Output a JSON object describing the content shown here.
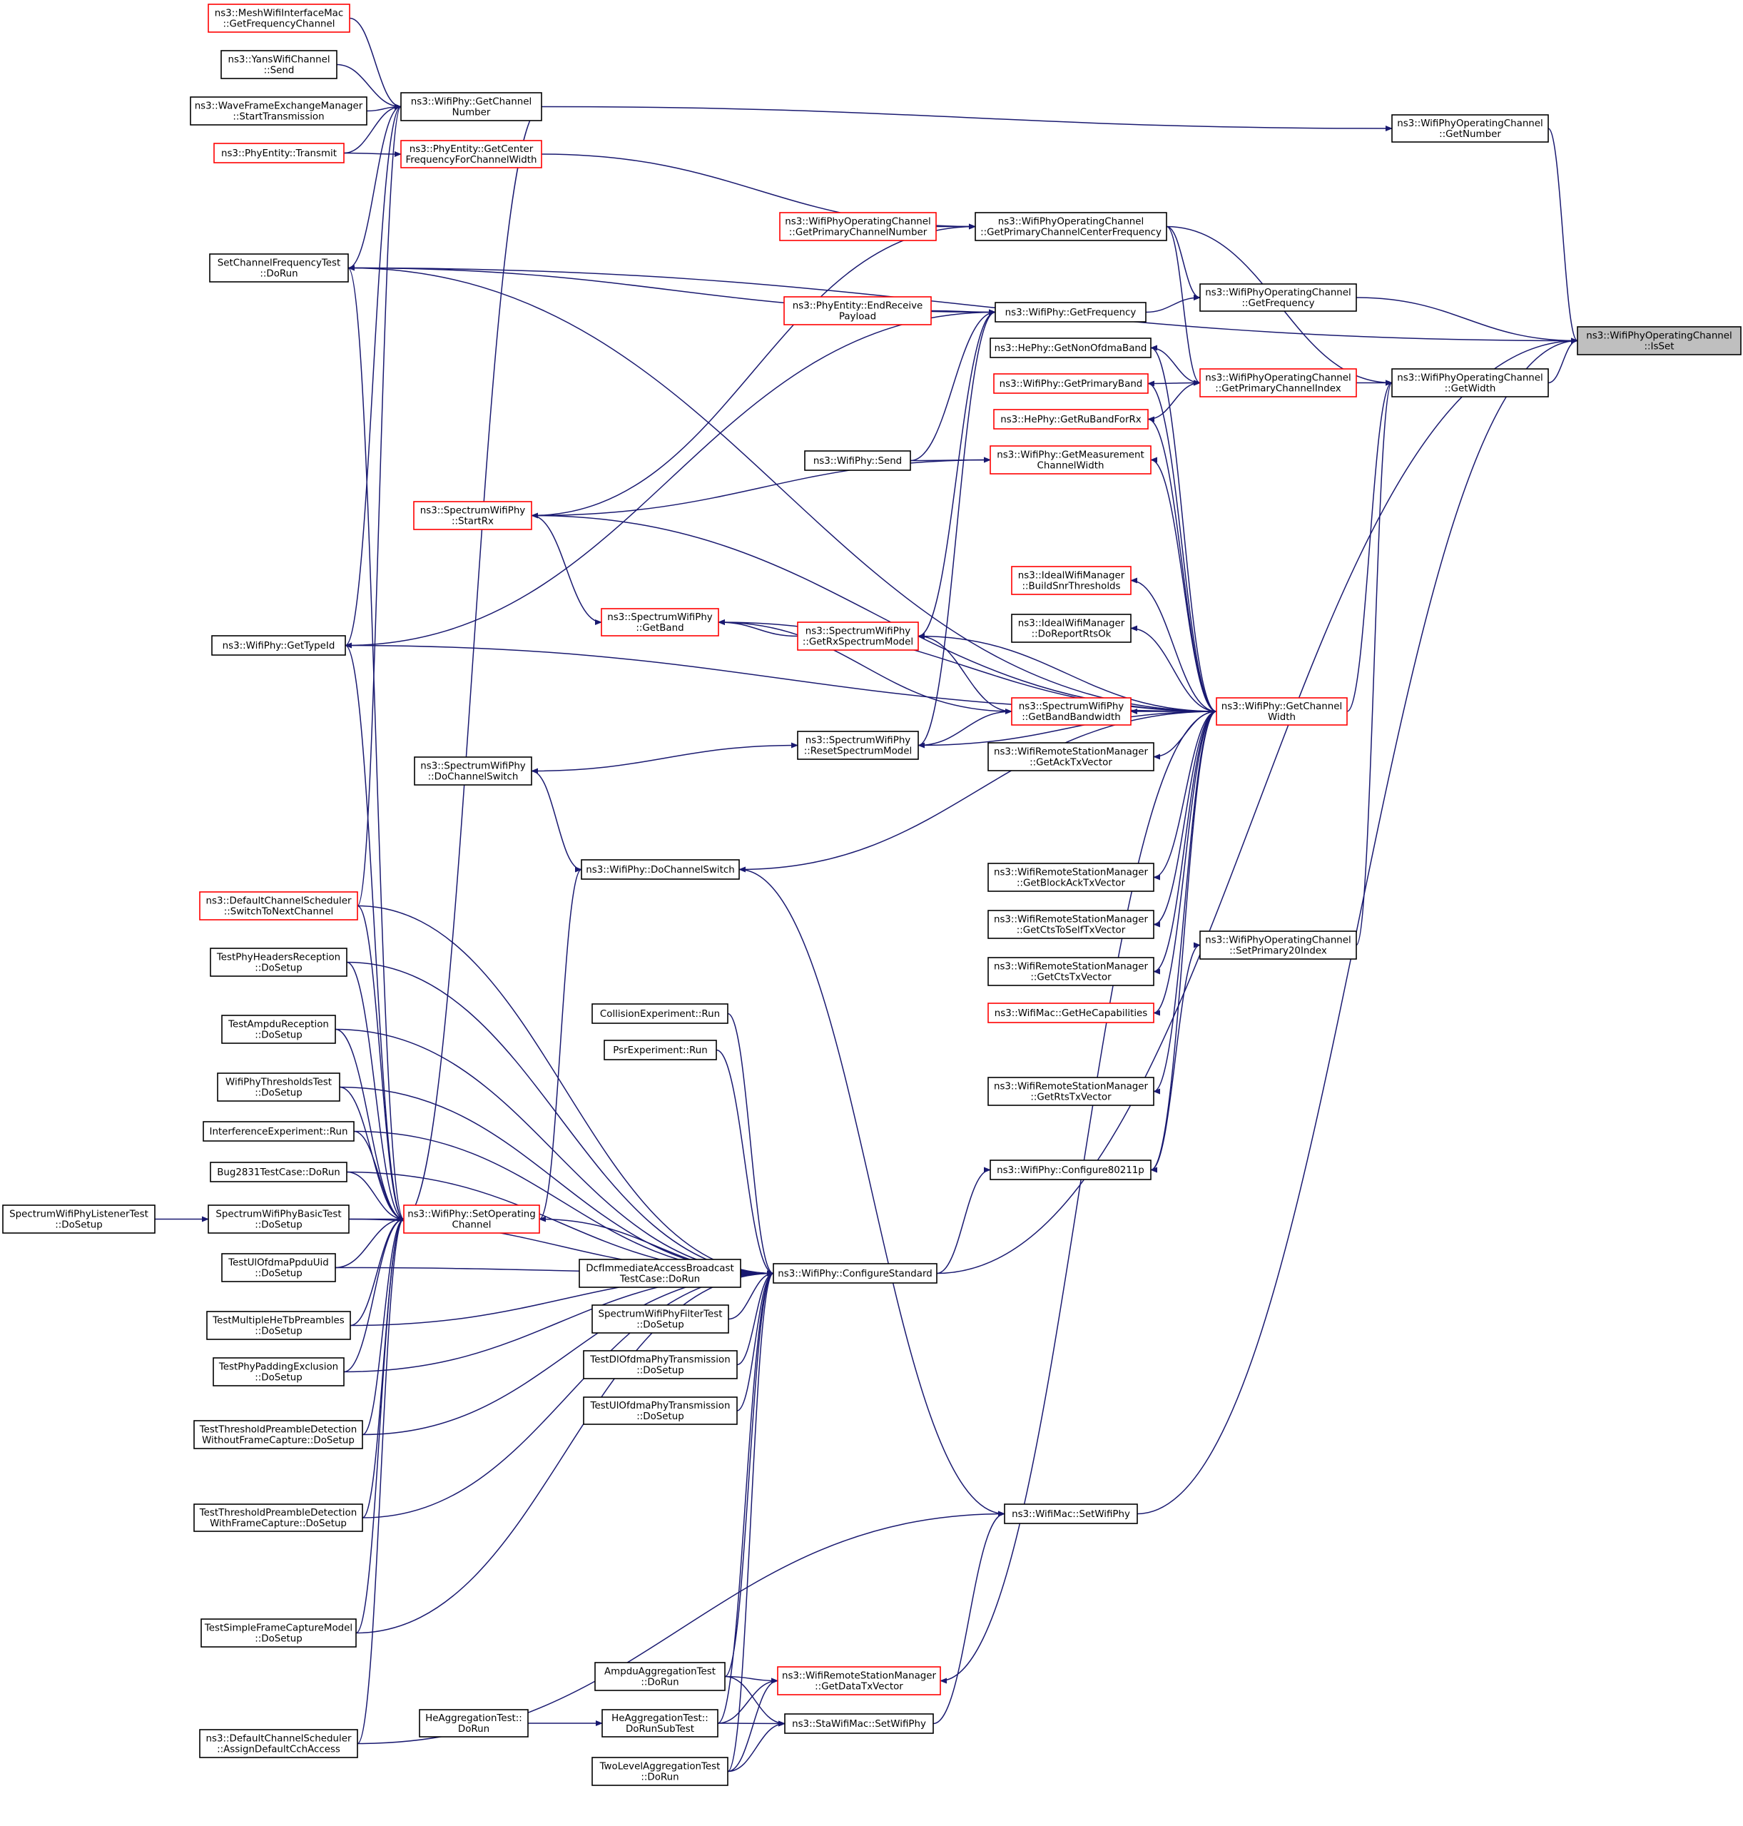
{
  "graph": {
    "edge_color": "#191970",
    "root_fill": "#bfbfbf",
    "nodes": [
      {
        "id": "root",
        "lines": [
          "ns3::WifiPhyOperatingChannel",
          "::IsSet"
        ],
        "border": "root"
      },
      {
        "id": "opGetNumber",
        "lines": [
          "ns3::WifiPhyOperatingChannel",
          "::GetNumber"
        ],
        "border": "black"
      },
      {
        "id": "opGetFrequency",
        "lines": [
          "ns3::WifiPhyOperatingChannel",
          "::GetFrequency"
        ],
        "border": "black"
      },
      {
        "id": "opGetWidth",
        "lines": [
          "ns3::WifiPhyOperatingChannel",
          "::GetWidth"
        ],
        "border": "black"
      },
      {
        "id": "opGetPrimaryChannelCenterFrequency",
        "lines": [
          "ns3::WifiPhyOperatingChannel",
          "::GetPrimaryChannelCenterFrequency"
        ],
        "border": "black"
      },
      {
        "id": "opGetPrimaryChannelNumber",
        "lines": [
          "ns3::WifiPhyOperatingChannel",
          "::GetPrimaryChannelNumber"
        ],
        "border": "red"
      },
      {
        "id": "opGetPrimaryChannelIndex",
        "lines": [
          "ns3::WifiPhyOperatingChannel",
          "::GetPrimaryChannelIndex"
        ],
        "border": "red"
      },
      {
        "id": "opSetPrimary20Index",
        "lines": [
          "ns3::WifiPhyOperatingChannel",
          "::SetPrimary20Index"
        ],
        "border": "black"
      },
      {
        "id": "meshGetFreq",
        "lines": [
          "ns3::MeshWifiInterfaceMac",
          "::GetFrequencyChannel"
        ],
        "border": "red"
      },
      {
        "id": "yansSend",
        "lines": [
          "ns3::YansWifiChannel",
          "::Send"
        ],
        "border": "black"
      },
      {
        "id": "waveStart",
        "lines": [
          "ns3::WaveFrameExchangeManager",
          "::StartTransmission"
        ],
        "border": "black"
      },
      {
        "id": "phyEntityTransmit",
        "lines": [
          "ns3::PhyEntity::Transmit"
        ],
        "border": "red"
      },
      {
        "id": "wifiPhyGetChannelNumber",
        "lines": [
          "ns3::WifiPhy::GetChannel",
          "Number"
        ],
        "border": "black"
      },
      {
        "id": "phyEntityGetCenter",
        "lines": [
          "ns3::PhyEntity::GetCenter",
          "FrequencyForChannelWidth"
        ],
        "border": "red"
      },
      {
        "id": "setChannelFreqTest",
        "lines": [
          "SetChannelFrequencyTest",
          "::DoRun"
        ],
        "border": "black"
      },
      {
        "id": "phyEntityEndReceive",
        "lines": [
          "ns3::PhyEntity::EndReceive",
          "Payload"
        ],
        "border": "red"
      },
      {
        "id": "wifiPhyGetFrequency",
        "lines": [
          "ns3::WifiPhy::GetFrequency"
        ],
        "border": "black"
      },
      {
        "id": "hePhyGetNonOfdma",
        "lines": [
          "ns3::HePhy::GetNonOfdmaBand"
        ],
        "border": "black"
      },
      {
        "id": "wifiPhyGetPrimaryBand",
        "lines": [
          "ns3::WifiPhy::GetPrimaryBand"
        ],
        "border": "red"
      },
      {
        "id": "hePhyGetRuBand",
        "lines": [
          "ns3::HePhy::GetRuBandForRx"
        ],
        "border": "red"
      },
      {
        "id": "wifiPhySend",
        "lines": [
          "ns3::WifiPhy::Send"
        ],
        "border": "black"
      },
      {
        "id": "wifiPhyGetMeasurement",
        "lines": [
          "ns3::WifiPhy::GetMeasurement",
          "ChannelWidth"
        ],
        "border": "red"
      },
      {
        "id": "spectrumStartRx",
        "lines": [
          "ns3::SpectrumWifiPhy",
          "::StartRx"
        ],
        "border": "red"
      },
      {
        "id": "idealBuildSnr",
        "lines": [
          "ns3::IdealWifiManager",
          "::BuildSnrThresholds"
        ],
        "border": "red"
      },
      {
        "id": "idealDoReport",
        "lines": [
          "ns3::IdealWifiManager",
          "::DoReportRtsOk"
        ],
        "border": "black"
      },
      {
        "id": "spectrumGetBand",
        "lines": [
          "ns3::SpectrumWifiPhy",
          "::GetBand"
        ],
        "border": "red"
      },
      {
        "id": "spectrumGetRxModel",
        "lines": [
          "ns3::SpectrumWifiPhy",
          "::GetRxSpectrumModel"
        ],
        "border": "red"
      },
      {
        "id": "wifiPhyGetTypeId",
        "lines": [
          "ns3::WifiPhy::GetTypeId"
        ],
        "border": "black"
      },
      {
        "id": "spectrumGetBandBw",
        "lines": [
          "ns3::SpectrumWifiPhy",
          "::GetBandBandwidth"
        ],
        "border": "red"
      },
      {
        "id": "wifiPhyGetChannelWidth",
        "lines": [
          "ns3::WifiPhy::GetChannel",
          "Width"
        ],
        "border": "red"
      },
      {
        "id": "spectrumReset",
        "lines": [
          "ns3::SpectrumWifiPhy",
          "::ResetSpectrumModel"
        ],
        "border": "black"
      },
      {
        "id": "wrsmGetAck",
        "lines": [
          "ns3::WifiRemoteStationManager",
          "::GetAckTxVector"
        ],
        "border": "black"
      },
      {
        "id": "spectrumDoChannelSwitch",
        "lines": [
          "ns3::SpectrumWifiPhy",
          "::DoChannelSwitch"
        ],
        "border": "black"
      },
      {
        "id": "wifiPhyDoChannelSwitch",
        "lines": [
          "ns3::WifiPhy::DoChannelSwitch"
        ],
        "border": "black"
      },
      {
        "id": "wrsmGetBlockAck",
        "lines": [
          "ns3::WifiRemoteStationManager",
          "::GetBlockAckTxVector"
        ],
        "border": "black"
      },
      {
        "id": "defaultSwitchNext",
        "lines": [
          "ns3::DefaultChannelScheduler",
          "::SwitchToNextChannel"
        ],
        "border": "red"
      },
      {
        "id": "wrsmGetCtsToSelf",
        "lines": [
          "ns3::WifiRemoteStationManager",
          "::GetCtsToSelfTxVector"
        ],
        "border": "black"
      },
      {
        "id": "testPhyHeaders",
        "lines": [
          "TestPhyHeadersReception",
          "::DoSetup"
        ],
        "border": "black"
      },
      {
        "id": "wrsmGetCts",
        "lines": [
          "ns3::WifiRemoteStationManager",
          "::GetCtsTxVector"
        ],
        "border": "black"
      },
      {
        "id": "wifiMacGetHe",
        "lines": [
          "ns3::WifiMac::GetHeCapabilities"
        ],
        "border": "red"
      },
      {
        "id": "testAmpduRx",
        "lines": [
          "TestAmpduReception",
          "::DoSetup"
        ],
        "border": "black"
      },
      {
        "id": "collisionRun",
        "lines": [
          "CollisionExperiment::Run"
        ],
        "border": "black"
      },
      {
        "id": "psrRun",
        "lines": [
          "PsrExperiment::Run"
        ],
        "border": "black"
      },
      {
        "id": "wifiPhyThresholds",
        "lines": [
          "WifiPhyThresholdsTest",
          "::DoSetup"
        ],
        "border": "black"
      },
      {
        "id": "wrsmGetRts",
        "lines": [
          "ns3::WifiRemoteStationManager",
          "::GetRtsTxVector"
        ],
        "border": "black"
      },
      {
        "id": "interferenceRun",
        "lines": [
          "InterferenceExperiment::Run"
        ],
        "border": "black"
      },
      {
        "id": "bug2831",
        "lines": [
          "Bug2831TestCase::DoRun"
        ],
        "border": "black"
      },
      {
        "id": "wifiPhyConfigure80211p",
        "lines": [
          "ns3::WifiPhy::Configure80211p"
        ],
        "border": "black"
      },
      {
        "id": "spectrumListener",
        "lines": [
          "SpectrumWifiPhyListenerTest",
          "::DoSetup"
        ],
        "border": "black"
      },
      {
        "id": "spectrumBasic",
        "lines": [
          "SpectrumWifiPhyBasicTest",
          "::DoSetup"
        ],
        "border": "black"
      },
      {
        "id": "wifiPhySetOperating",
        "lines": [
          "ns3::WifiPhy::SetOperating",
          "Channel"
        ],
        "border": "red"
      },
      {
        "id": "testUlPpduUid",
        "lines": [
          "TestUlOfdmaPpduUid",
          "::DoSetup"
        ],
        "border": "black"
      },
      {
        "id": "dcfImmediate",
        "lines": [
          "DcfImmediateAccessBroadcast",
          "TestCase::DoRun"
        ],
        "border": "black"
      },
      {
        "id": "wifiPhyConfigureStandard",
        "lines": [
          "ns3::WifiPhy::ConfigureStandard"
        ],
        "border": "black"
      },
      {
        "id": "testMultipleHeTb",
        "lines": [
          "TestMultipleHeTbPreambles",
          "::DoSetup"
        ],
        "border": "black"
      },
      {
        "id": "spectrumFilter",
        "lines": [
          "SpectrumWifiPhyFilterTest",
          "::DoSetup"
        ],
        "border": "black"
      },
      {
        "id": "testPadding",
        "lines": [
          "TestPhyPaddingExclusion",
          "::DoSetup"
        ],
        "border": "black"
      },
      {
        "id": "testDlOfdma",
        "lines": [
          "TestDlOfdmaPhyTransmission",
          "::DoSetup"
        ],
        "border": "black"
      },
      {
        "id": "testThreshNoCapture",
        "lines": [
          "TestThresholdPreambleDetection",
          "WithoutFrameCapture::DoSetup"
        ],
        "border": "black"
      },
      {
        "id": "testUlOfdma",
        "lines": [
          "TestUlOfdmaPhyTransmission",
          "::DoSetup"
        ],
        "border": "black"
      },
      {
        "id": "wifiMacSetWifiPhy",
        "lines": [
          "ns3::WifiMac::SetWifiPhy"
        ],
        "border": "black"
      },
      {
        "id": "testThreshCapture",
        "lines": [
          "TestThresholdPreambleDetection",
          "WithFrameCapture::DoSetup"
        ],
        "border": "black"
      },
      {
        "id": "testSimpleCapture",
        "lines": [
          "TestSimpleFrameCaptureModel",
          "::DoSetup"
        ],
        "border": "black"
      },
      {
        "id": "ampduAggTest",
        "lines": [
          "AmpduAggregationTest",
          "::DoRun"
        ],
        "border": "black"
      },
      {
        "id": "wrsmGetData",
        "lines": [
          "ns3::WifiRemoteStationManager",
          "::GetDataTxVector"
        ],
        "border": "red"
      },
      {
        "id": "heAggTest",
        "lines": [
          "HeAggregationTest::",
          "DoRun"
        ],
        "border": "black"
      },
      {
        "id": "heAggSubTest",
        "lines": [
          "HeAggregationTest::",
          "DoRunSubTest"
        ],
        "border": "black"
      },
      {
        "id": "staSetWifiPhy",
        "lines": [
          "ns3::StaWifiMac::SetWifiPhy"
        ],
        "border": "black"
      },
      {
        "id": "defaultAssign",
        "lines": [
          "ns3::DefaultChannelScheduler",
          "::AssignDefaultCchAccess"
        ],
        "border": "black"
      },
      {
        "id": "twoLevelAgg",
        "lines": [
          "TwoLevelAggregationTest",
          "::DoRun"
        ],
        "border": "black"
      }
    ]
  }
}
